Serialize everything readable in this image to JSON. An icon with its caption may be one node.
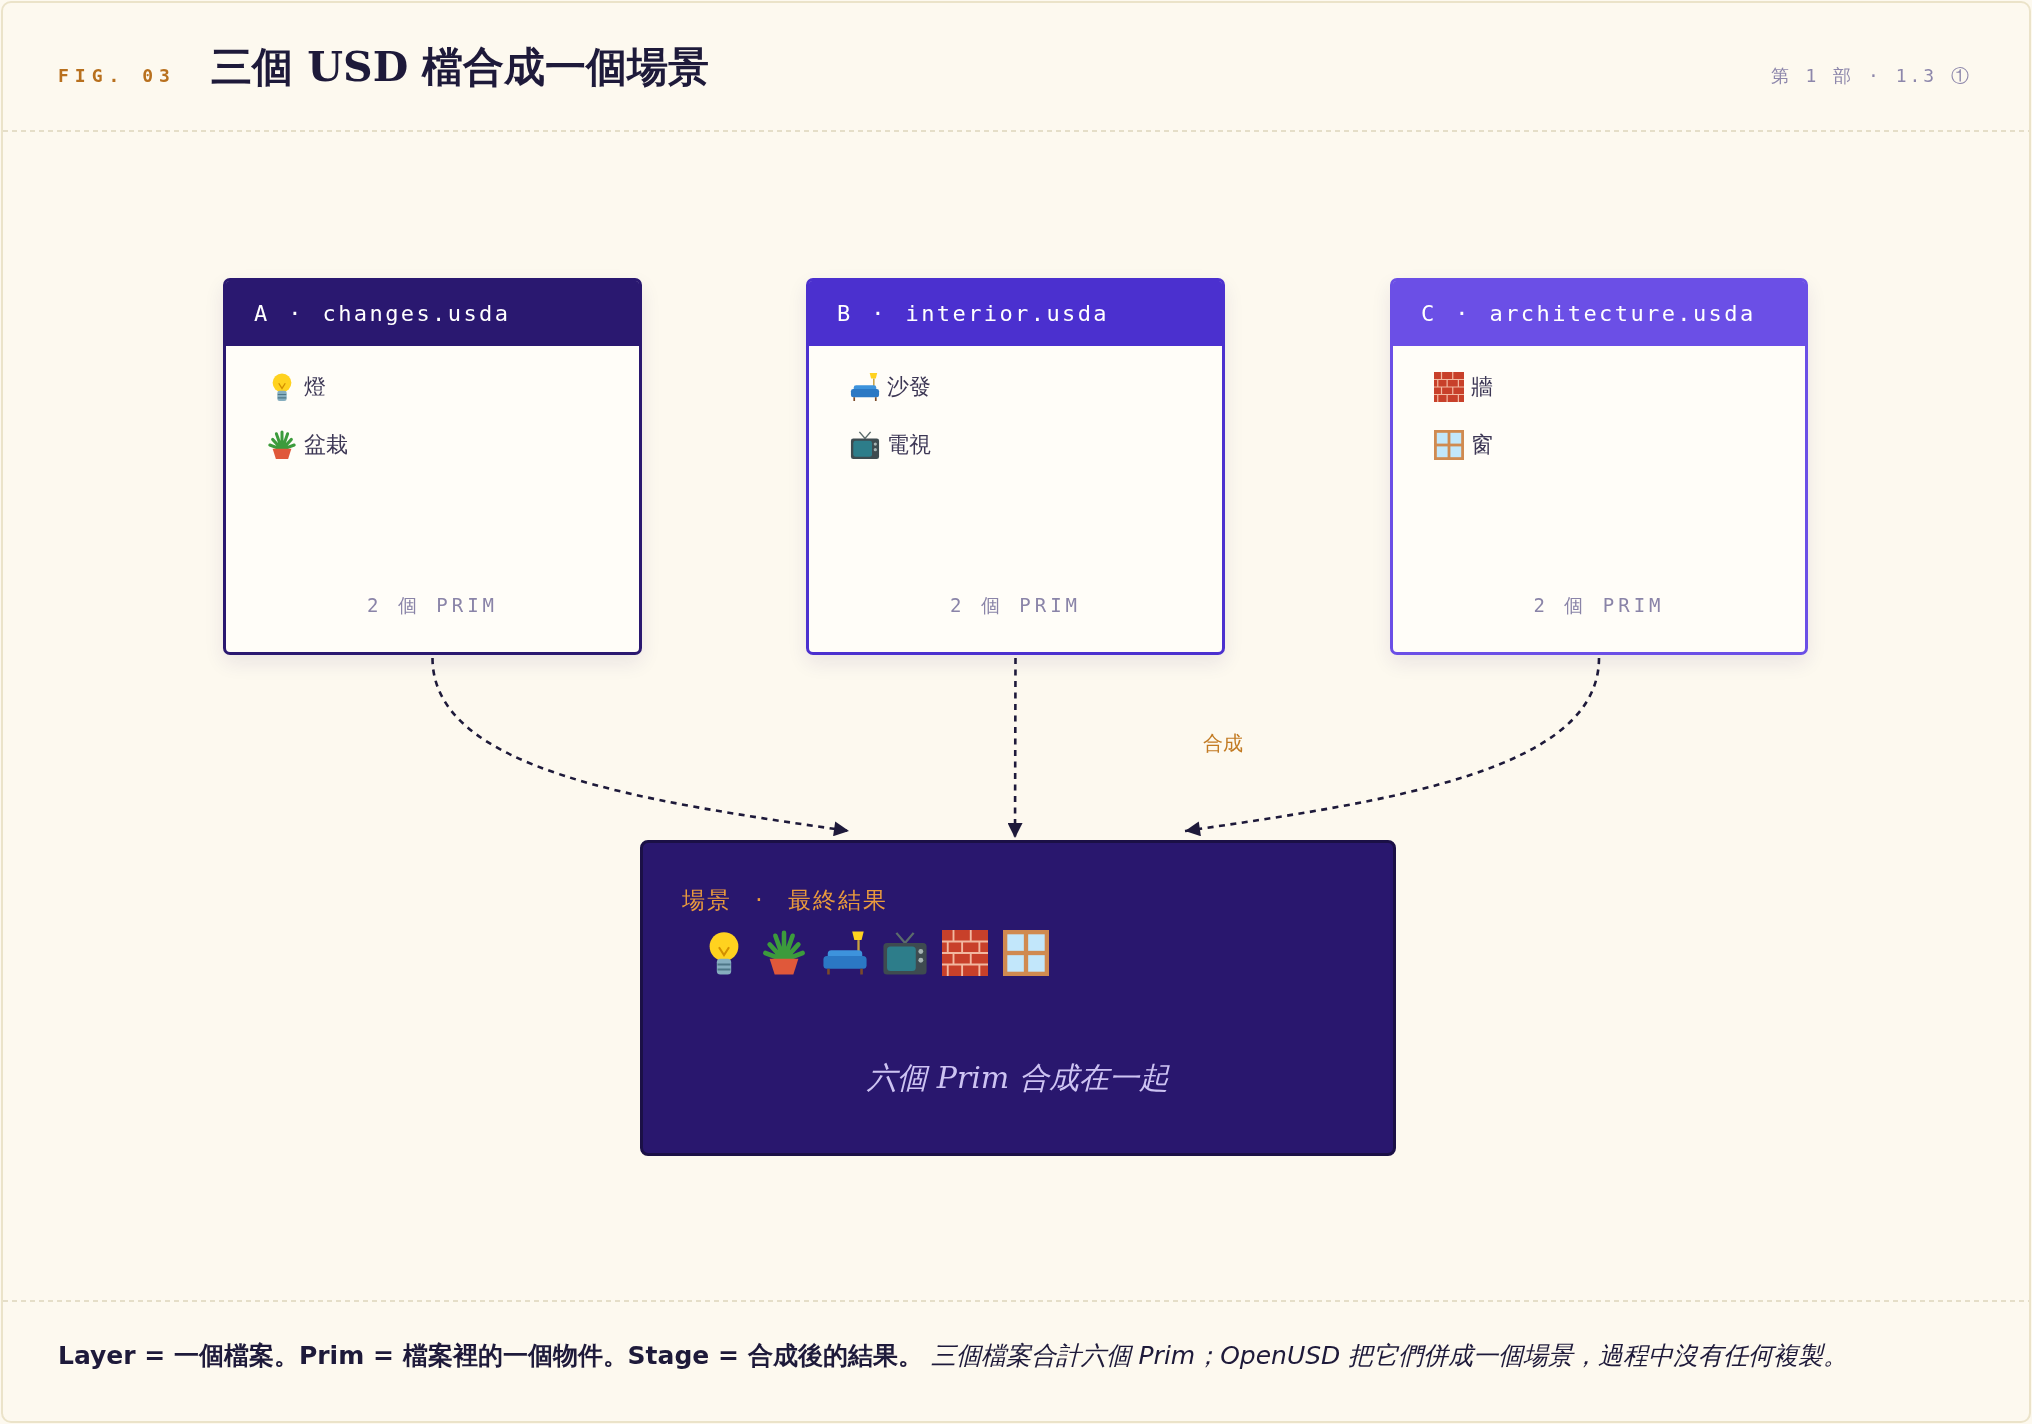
{
  "diagram": {
    "title": "三個 USD 檔合成一個場景",
    "caption": "**Layer = 一個檔案。Prim = 檔案裡的一個物件。Stage = 合成後的結果。** *三個檔案合計六個 Prim；OpenUSD 把它們併成一個場景，過程中沒有任何複製。*",
    "nodes": [
      {
        "text": [
          "A · changes.usda",
          "燈",
          "盆栽",
          "2 個 PRIM"
        ]
      },
      {
        "text": [
          "B · interior.usda",
          "沙發",
          "電視",
          "2 個 PRIM"
        ]
      },
      {
        "text": [
          "C · architecture.usda",
          "牆",
          "窗",
          "2 個 PRIM"
        ]
      },
      {
        "text": [
          "場景 · 最終結果",
          "六個 Prim 合成在一起"
        ]
      }
    ],
    "edges": [
      {
        "from": 0,
        "to": 3,
        "arrow": "to",
        "style": "dashed"
      },
      {
        "from": 1,
        "to": 3,
        "arrow": "to",
        "style": "dashed"
      },
      {
        "from": 2,
        "to": 3,
        "arrow": "to",
        "style": "dashed"
      }
    ],
    "labels": [
      "FIG. 03",
      "第 1 部 · 1.3 ①",
      "合成"
    ]
  }
}
